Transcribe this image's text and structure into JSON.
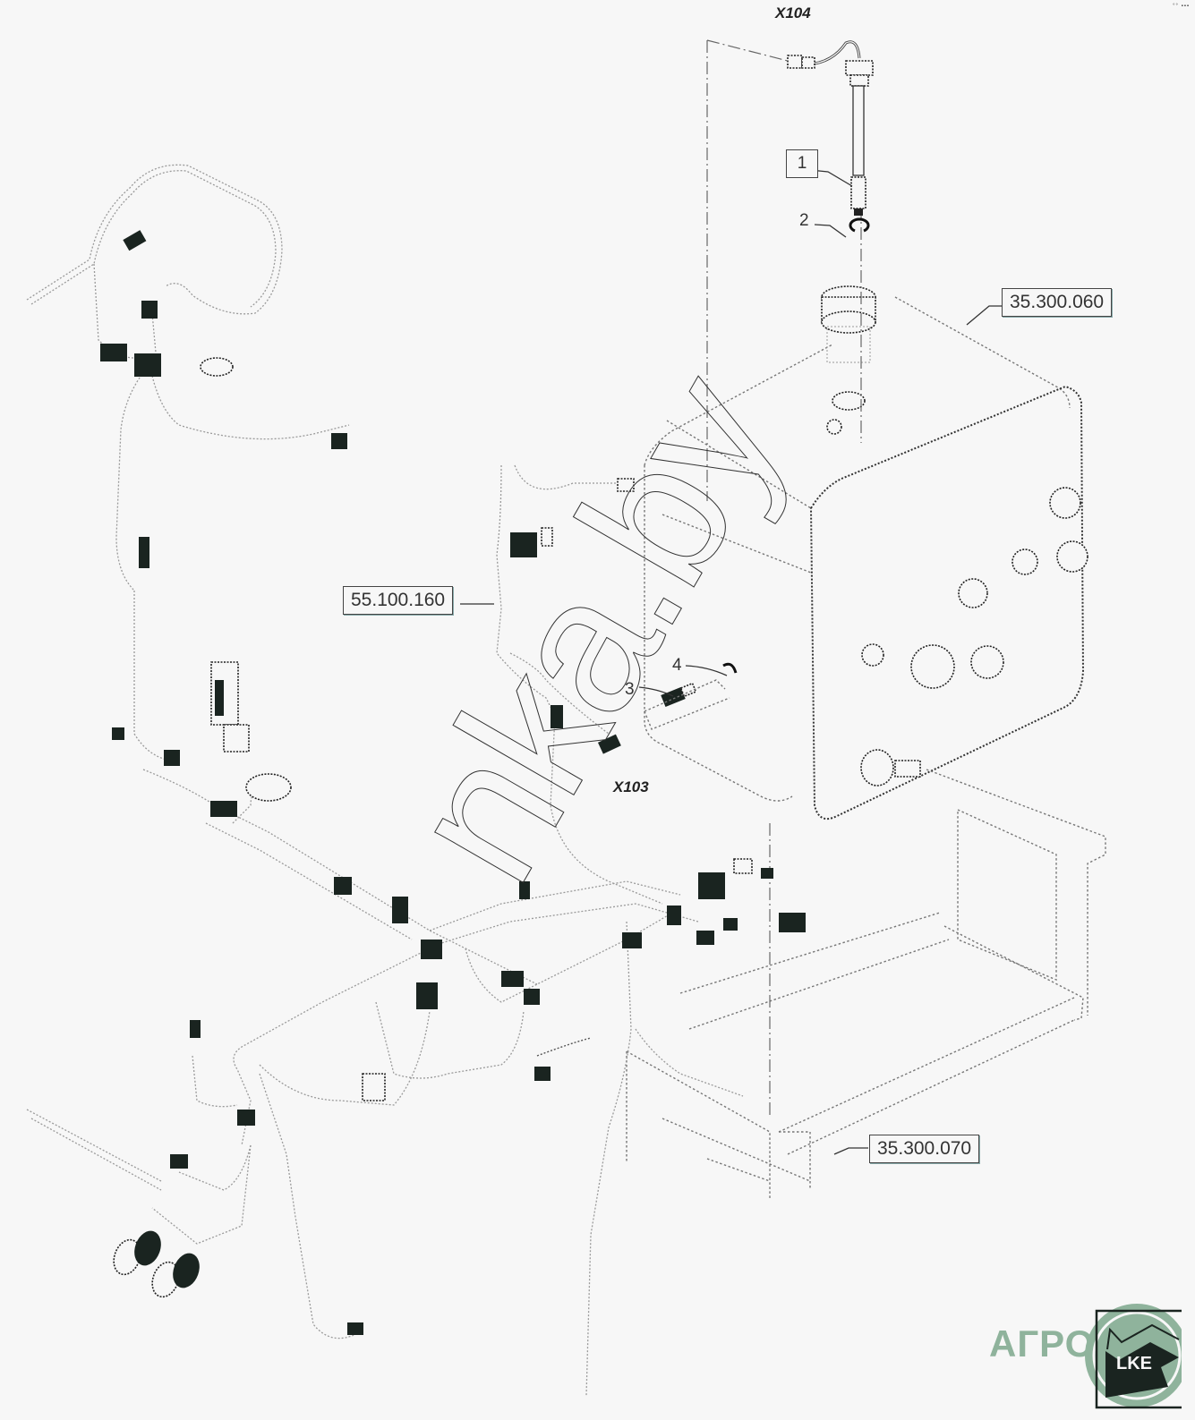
{
  "diagram": {
    "type": "exploded parts diagram",
    "subject": "fuel tank with level sensor and wiring harness",
    "connector_labels": [
      {
        "id": "x104",
        "text": "X104"
      },
      {
        "id": "x103",
        "text": "X103"
      }
    ],
    "item_numbers": [
      {
        "id": "item-1",
        "text": "1",
        "boxed": true
      },
      {
        "id": "item-2",
        "text": "2",
        "boxed": false
      },
      {
        "id": "item-3",
        "text": "3",
        "boxed": false
      },
      {
        "id": "item-4",
        "text": "4",
        "boxed": false
      }
    ],
    "reference_callouts": [
      {
        "id": "ref-tank",
        "text": "35.300.060"
      },
      {
        "id": "ref-harness",
        "text": "55.100.160"
      },
      {
        "id": "ref-frame",
        "text": "35.300.070"
      }
    ],
    "corner_mark": "°° ▪▪▪"
  },
  "watermark": {
    "text": "nka.by"
  },
  "logo": {
    "text": "АГРО",
    "badge_text": "LKE",
    "accent_color": "#8fb39c",
    "dark_color": "#1a2420"
  }
}
